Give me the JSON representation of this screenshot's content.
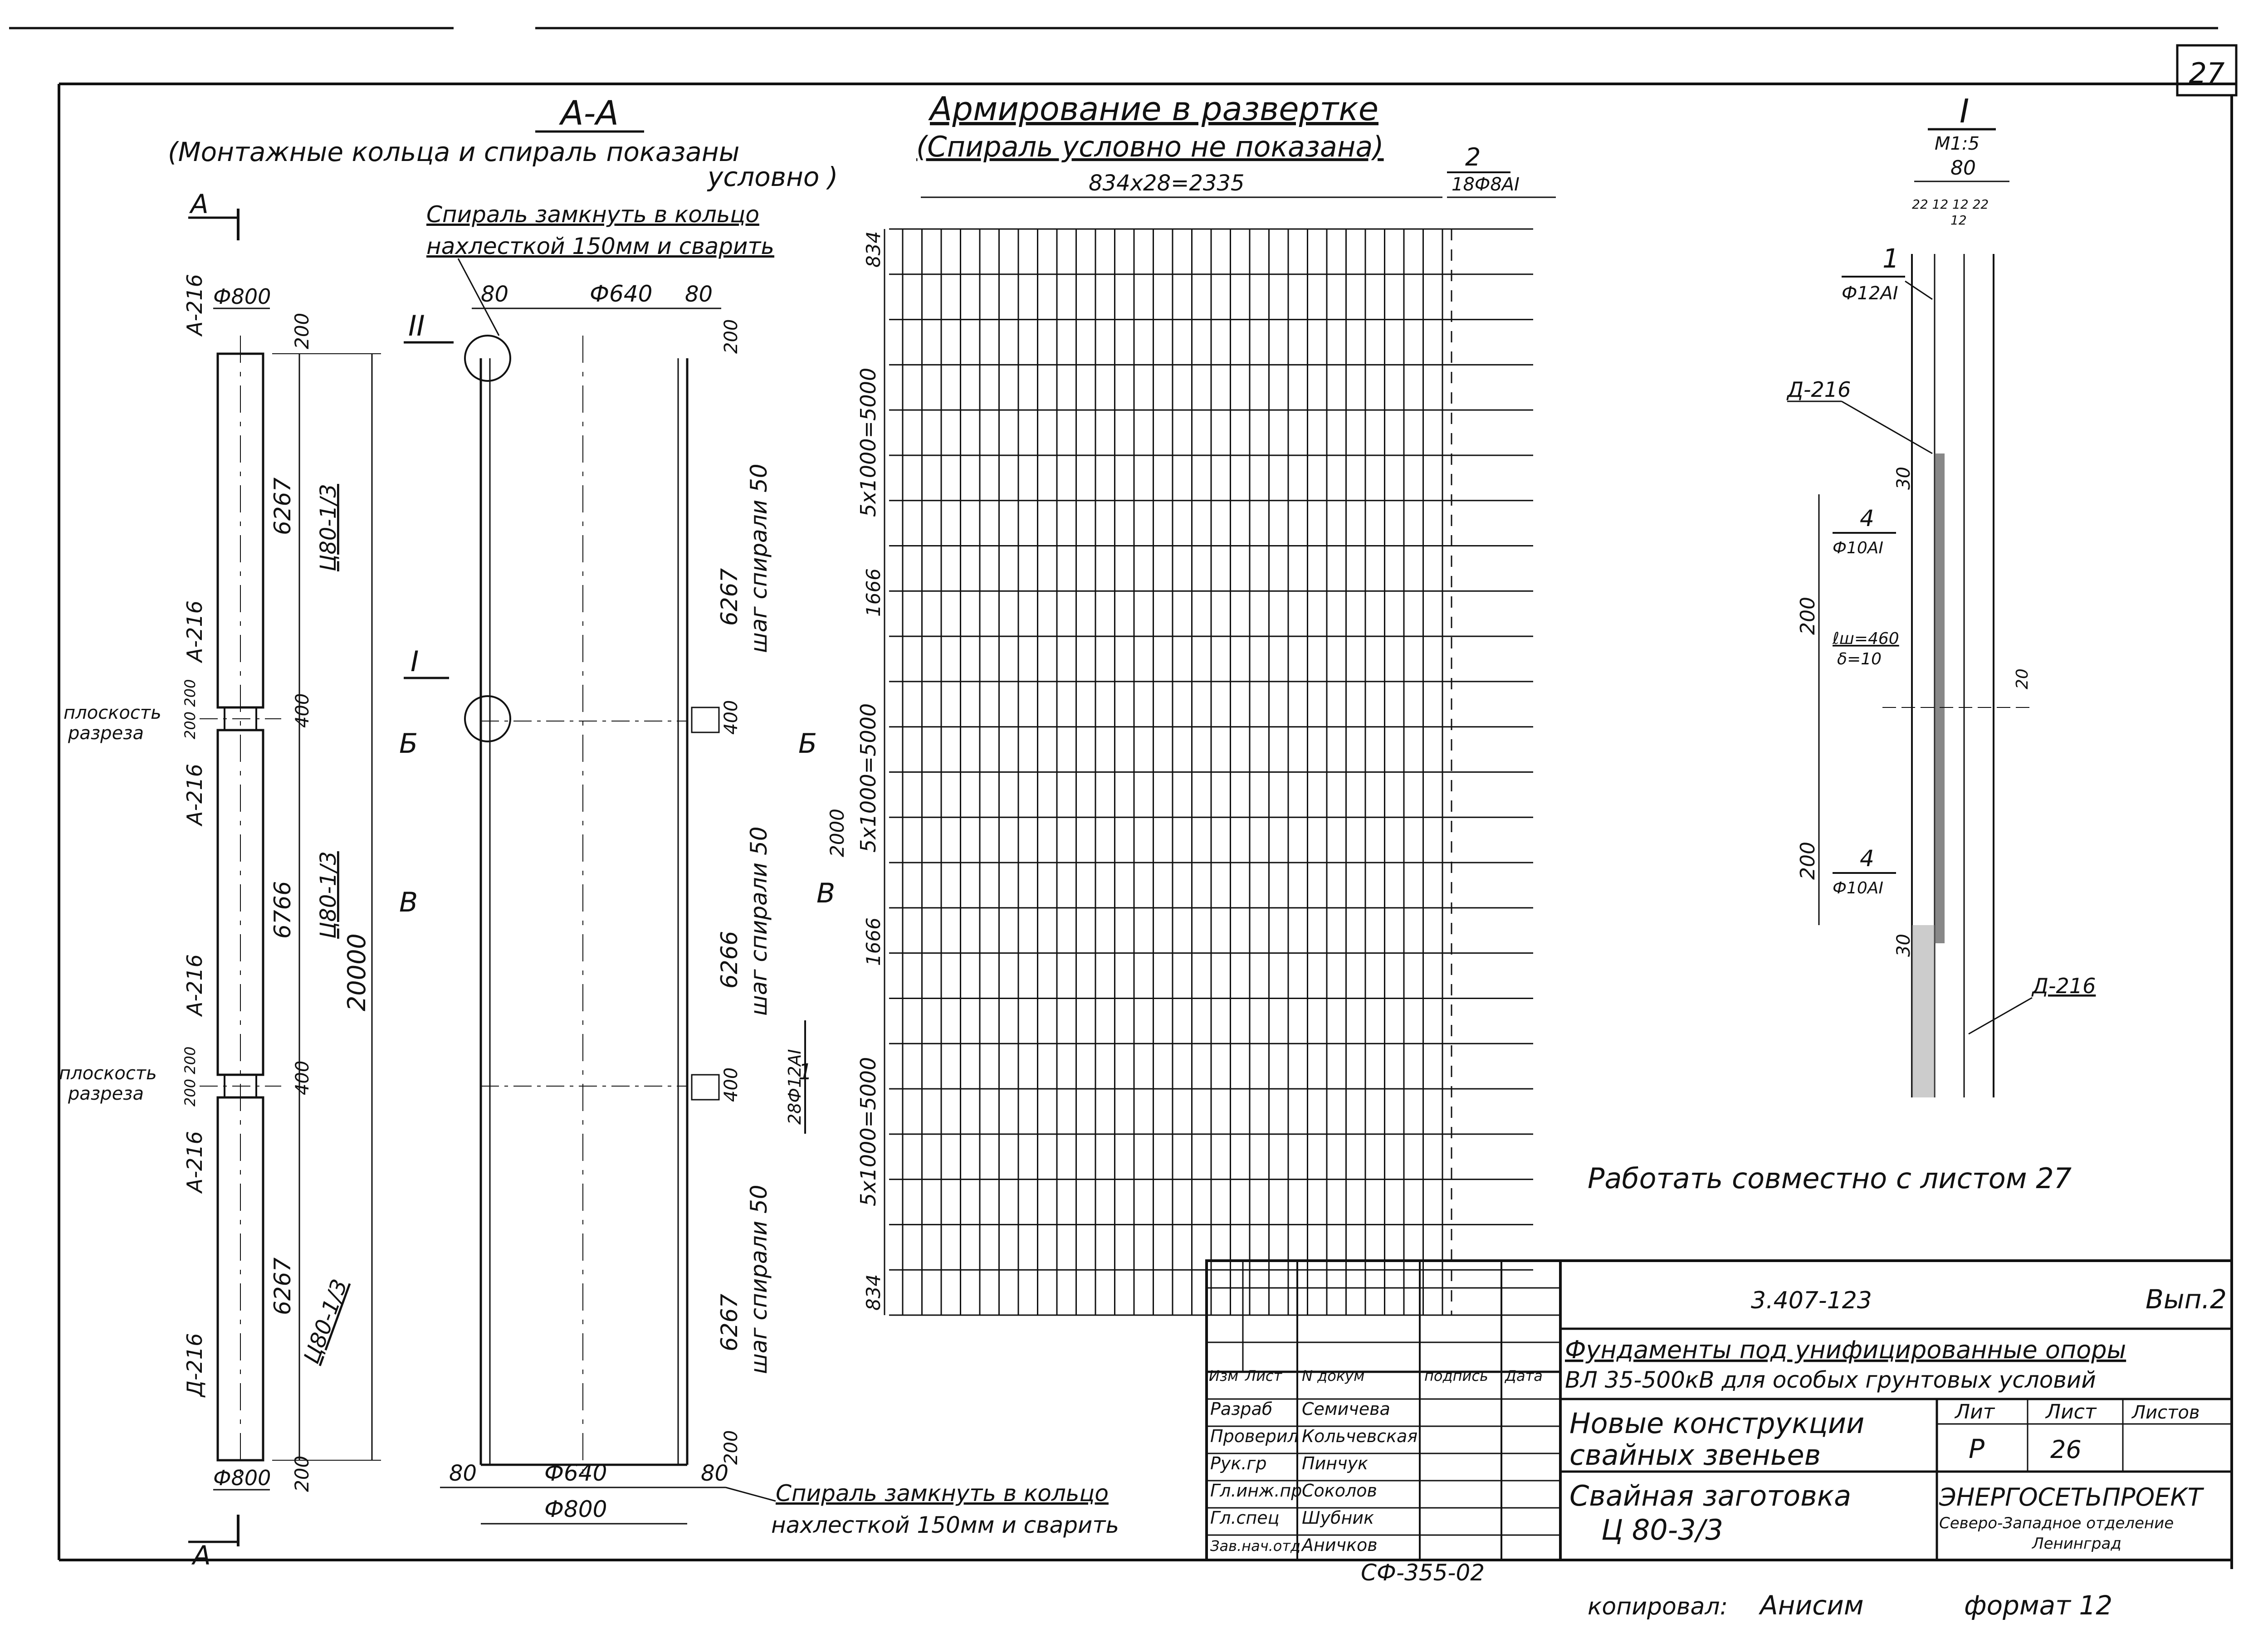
{
  "page_number": "27",
  "section_aa": {
    "title": "А-А",
    "note_line1": "(Монтажные кольца и спираль показаны",
    "note_line2": "условно )"
  },
  "spiral_note_top": {
    "line1": "Спираль замкнуть в кольцо",
    "line2": "нахлесткой 150мм и сварить"
  },
  "spiral_note_bottom": {
    "line1": "Спираль замкнуть в кольцо",
    "line2": "нахлесткой 150мм и сварить"
  },
  "mesh": {
    "title_line1": "Армирование в развертке",
    "title_line2": "(Спираль условно не показана)",
    "width_dim": "834x28=2335",
    "bar2_pos": "2",
    "bar2_spec": "18Ф8AI",
    "dim_top": "834",
    "dim_seg1": "5x1000=5000",
    "dim_1666_a": "1666",
    "dim_seg2": "5x1000=5000",
    "dim_2000": "2000",
    "dim_1666_b": "1666",
    "bar1_pos": "1",
    "bar1_spec": "28Ф12AI",
    "dim_seg3": "5x1000=5000",
    "dim_bottom": "834"
  },
  "pile_elevation": {
    "section_marker": "А",
    "label_a216": "А-216",
    "label_d216": "Д-216",
    "dia_top": "Ф800",
    "dia_bottom": "Ф800",
    "dim_200": "200",
    "dim_400": "400",
    "seg_top": "6267",
    "seg_mid": "6766",
    "seg_bot": "6267",
    "mark_c80": "Ц80-1/3",
    "total": "20000",
    "cut_plane_line1": "плоскость",
    "cut_plane_line2": "разреза",
    "joint_small": "200 200"
  },
  "section_view": {
    "dim_80": "80",
    "dia_inner": "Ф640",
    "dia_outer": "Ф800",
    "detail_I": "I",
    "detail_II": "II",
    "cut_B": "Б",
    "cut_V": "В",
    "spiral_step": "шаг спирали 50",
    "seg_top": "6267",
    "seg_mid": "6266",
    "seg_bot": "6267",
    "dim_200": "200",
    "dim_400": "400"
  },
  "detail_I": {
    "title": "I",
    "scale": "M1:5",
    "dim_80": "80",
    "sub_dims": "22 12 12 22",
    "sub_12": "12",
    "bar1": "1",
    "bar1_spec": "Ф12AI",
    "label_d216": "Д-216",
    "dim_30": "30",
    "bar4": "4",
    "bar4_spec": "Ф10AI",
    "dim_200": "200",
    "weld": "ℓш=460",
    "weld_b": "δ=10",
    "dim_20": "20"
  },
  "work_note": "Работать совместно с листом 27",
  "title_block": {
    "doc_code": "3.407-123",
    "issue": "Вып.2",
    "project_line1": "Фундаменты под унифицированные опоры",
    "project_line2": "ВЛ 35-500кВ для особых грунтовых условий",
    "hdr_izm": "Изм",
    "hdr_list": "Лист",
    "hdr_doc": "N докум",
    "hdr_sign": "подпись",
    "hdr_date": "Дата",
    "roles": [
      "Разраб",
      "Проверил",
      "Рук.гр",
      "Гл.инж.пр",
      "Гл.спец",
      "Зав.нач.отд"
    ],
    "names": [
      "Семичева",
      "Кольчевская",
      "Пинчук",
      "Соколов",
      "Шубник",
      "Аничков"
    ],
    "part_line1": "Новые конструкции",
    "part_line2": "свайных звеньев",
    "sheet_line1": "Свайная заготовка",
    "sheet_line2": "Ц 80-3/3",
    "lit_hdr": "Лит",
    "list_hdr": "Лист",
    "listov_hdr": "Листов",
    "lit_val": "Р",
    "list_val": "26",
    "org": "ЭНЕРГОСЕТЬПРОЕКТ",
    "org_sub1": "Северо-Западное отделение",
    "org_sub2": "Ленинград"
  },
  "archive_no": "СФ-355-02",
  "copied_label": "копировал:",
  "copied_by": "Анисим",
  "format_label": "формат 12"
}
